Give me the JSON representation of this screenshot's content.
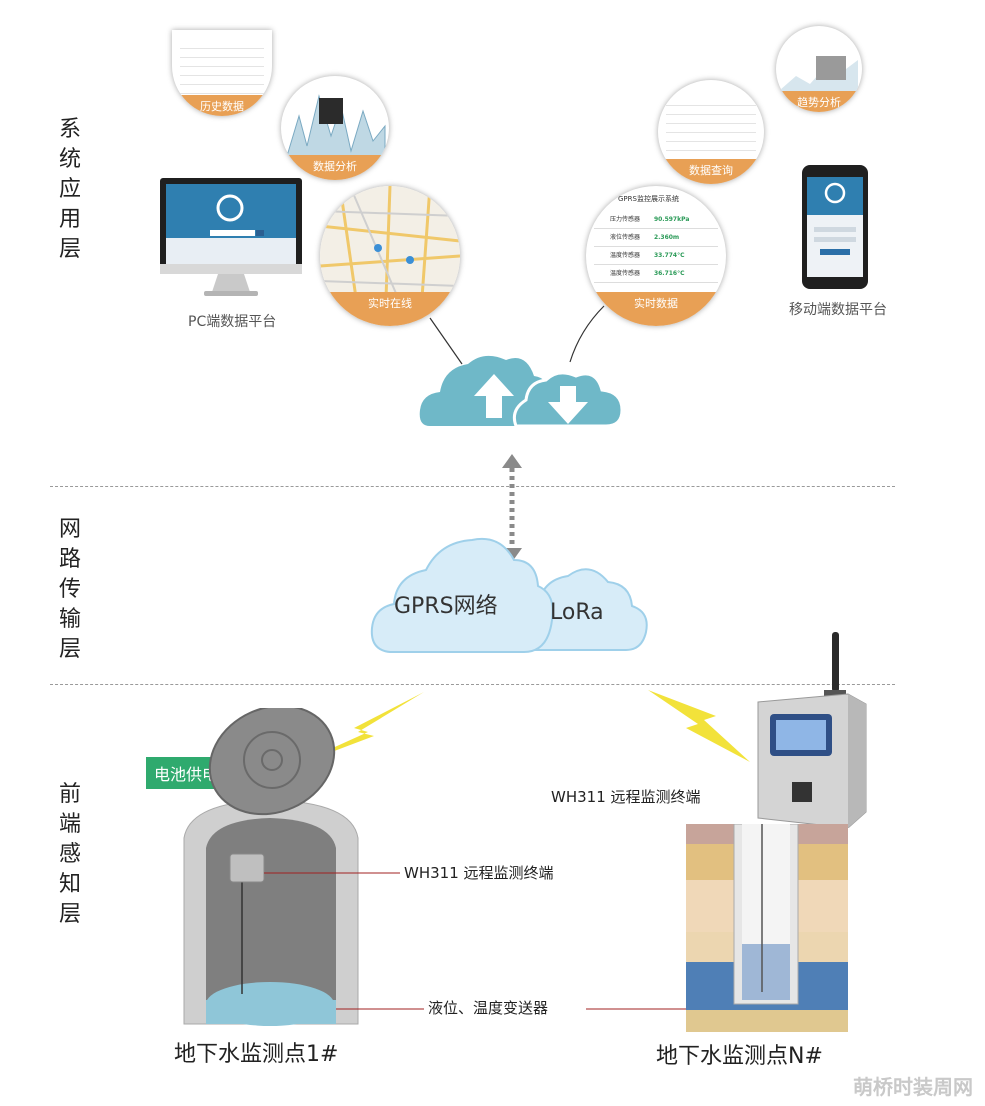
{
  "layers": {
    "application": "系统应用层",
    "network": "网路传输层",
    "sensing": "前端感知层"
  },
  "application": {
    "pc_caption": "PC端数据平台",
    "mobile_caption": "移动端数据平台",
    "bubbles": {
      "history": "历史数据",
      "analysis": "数据分析",
      "realtime_map": "实时在线",
      "realtime_data": "实时数据",
      "query": "数据查询",
      "trend": "趋势分析"
    },
    "realtime_panel": {
      "title": "GPRS监控展示系统",
      "rows": [
        {
          "name": "压力传感器",
          "value": "90.597kPa"
        },
        {
          "name": "液位传感器",
          "value": "2.360m"
        },
        {
          "name": "温度传感器",
          "value": "33.774°C"
        },
        {
          "name": "温度传感器",
          "value": "36.716°C"
        }
      ]
    }
  },
  "network": {
    "gprs": "GPRS网络",
    "lora": "LoRa"
  },
  "sensing": {
    "battery_badge": "电池供电",
    "terminal_right": "WH311 远程监测终端",
    "terminal_left": "WH311 远程监测终端",
    "sensor_label": "液位、温度变送器",
    "site_1": "地下水监测点1#",
    "site_n": "地下水监测点N#"
  },
  "watermark": "萌桥时装周网",
  "colors": {
    "cloud_app": "#6fb8c8",
    "cloud_net": "#a9d9f0",
    "accent_band": "#e8a055",
    "badge_green": "#2faa6e",
    "lightning": "#f2e23a"
  }
}
